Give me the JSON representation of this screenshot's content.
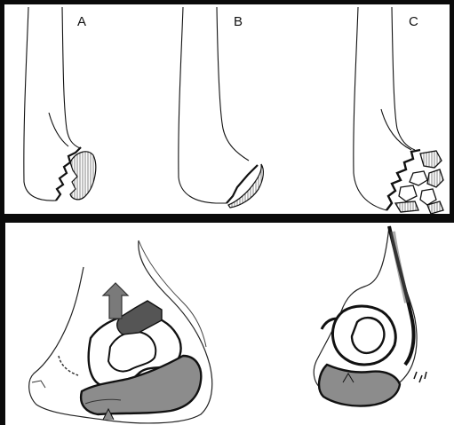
{
  "figure_labels": [
    "A",
    "B",
    "C"
  ],
  "colors": {
    "background": "#0b0b0b",
    "panel": "#ffffff",
    "ink": "#111111",
    "fragment_hatch": "#777777",
    "arrow": "#7a7a7a",
    "fragment_fill": "#8c8c8c"
  },
  "icons": {
    "arrow": "up-arrow-icon"
  }
}
